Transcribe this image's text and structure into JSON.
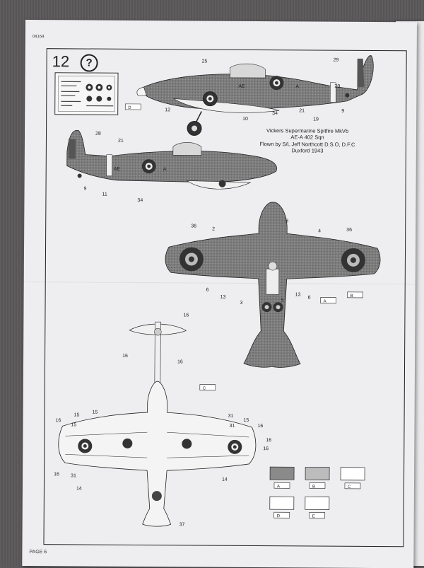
{
  "sheet": {
    "code": "04164",
    "page_label": "PAGE 6"
  },
  "step": {
    "number": "12",
    "optional_mark": "?"
  },
  "caption": {
    "aircraft": "Vickers Supermarine Spitfire MkVb",
    "unit": "AE-A  402 Sqn",
    "pilot": "Flown by S/L Jeff Northcott D.S.O, D.F.C",
    "location_year": "Duxford 1943"
  },
  "markings": {
    "code_letters": "AE",
    "aircraft_letter": "A"
  },
  "callouts": {
    "top_side": [
      "25",
      "29",
      "29",
      "12",
      "10",
      "34",
      "21",
      "19",
      "9"
    ],
    "left_side": [
      "28",
      "21",
      "9",
      "11",
      "34"
    ],
    "planform_top": [
      "36",
      "2",
      "8",
      "4",
      "36",
      "6",
      "13",
      "3",
      "5",
      "13",
      "6"
    ],
    "head_on": [
      "16",
      "16",
      "16"
    ],
    "underside": [
      "15",
      "15",
      "16",
      "15",
      "31",
      "15",
      "16",
      "16",
      "31",
      "16",
      "14",
      "37",
      "14",
      "16",
      "31"
    ]
  },
  "colour_swatches": {
    "labels": [
      "A",
      "B",
      "C",
      "D",
      "E"
    ],
    "colors": [
      "#8a8a8a",
      "#bcbcbc",
      "#ffffff",
      "#ffffff",
      "#ffffff"
    ]
  },
  "color_refs": {
    "underside_side": "C",
    "lower_surface": "D",
    "planform_a": "A",
    "planform_b": "B"
  }
}
